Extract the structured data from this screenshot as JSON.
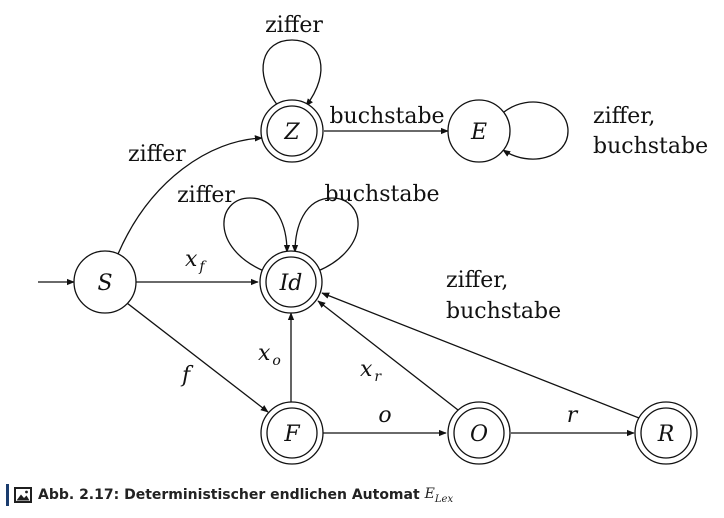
{
  "states": {
    "S": "S",
    "Z": "Z",
    "E": "E",
    "Id": "Id",
    "F": "F",
    "O": "O",
    "R": "R"
  },
  "edges": {
    "z_loop": "ziffer",
    "z_to_e": "buchstabe",
    "e_loop_line1": "ziffer,",
    "e_loop_line2": "buchstabe",
    "s_to_z": "ziffer",
    "id_loop_ziffer": "ziffer",
    "id_loop_buchstabe": "buchstabe",
    "s_to_id_base": "x",
    "s_to_id_sub": "f",
    "id_side_line1": "ziffer,",
    "id_side_line2": "buchstabe",
    "s_to_f": "f",
    "f_to_id_base": "x",
    "f_to_id_sub": "o",
    "o_to_id_base": "x",
    "o_to_id_sub": "r",
    "f_to_o": "o",
    "o_to_r": "r"
  },
  "caption": {
    "text": "Abb. 2.17: Deterministischer endlichen Automat",
    "math_base": "E",
    "math_sub": "Lex"
  }
}
